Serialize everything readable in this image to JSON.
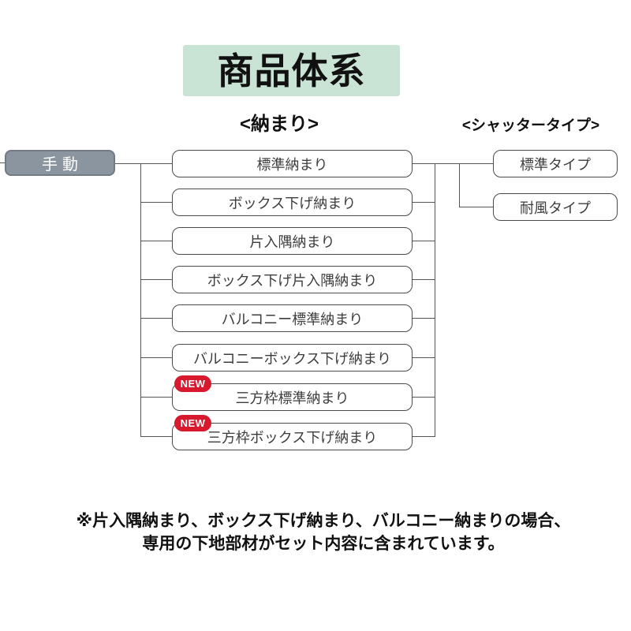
{
  "title": {
    "text": "商品体系"
  },
  "headings": {
    "nakamari": "<納まり>",
    "shutter_type": "<シャッタータイプ>"
  },
  "root": {
    "label": "手動"
  },
  "badge": {
    "label": "NEW"
  },
  "nakamari_items": [
    {
      "label": "標準納まり",
      "new": false
    },
    {
      "label": "ボックス下げ納まり",
      "new": false
    },
    {
      "label": "片入隅納まり",
      "new": false
    },
    {
      "label": "ボックス下げ片入隅納まり",
      "new": false
    },
    {
      "label": "バルコニー標準納まり",
      "new": false
    },
    {
      "label": "バルコニーボックス下げ納まり",
      "new": false
    },
    {
      "label": "三方枠標準納まり",
      "new": true
    },
    {
      "label": "三方枠ボックス下げ納まり",
      "new": true
    }
  ],
  "shutter_types": [
    {
      "label": "標準タイプ"
    },
    {
      "label": "耐風タイプ"
    }
  ],
  "note": {
    "line1": "※片入隅納まり、ボックス下げ納まり、バルコニー納まりの場合、",
    "line2": "専用の下地部材がセット内容に含まれています。"
  },
  "colors": {
    "title_background": "#c9e3d4",
    "root_background": "#8b95a0",
    "new_badge": "#d7182d",
    "box_border": "#4a4a4a",
    "connector": "#555555"
  }
}
